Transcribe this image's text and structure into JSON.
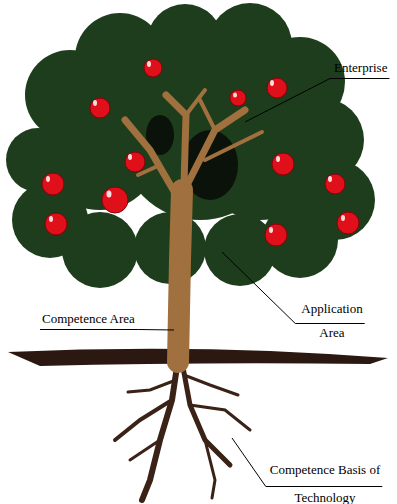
{
  "diagram": {
    "labels": [
      "Enterprise",
      "Competence Area",
      "Application Area",
      "Competence Basis of Technology"
    ]
  }
}
